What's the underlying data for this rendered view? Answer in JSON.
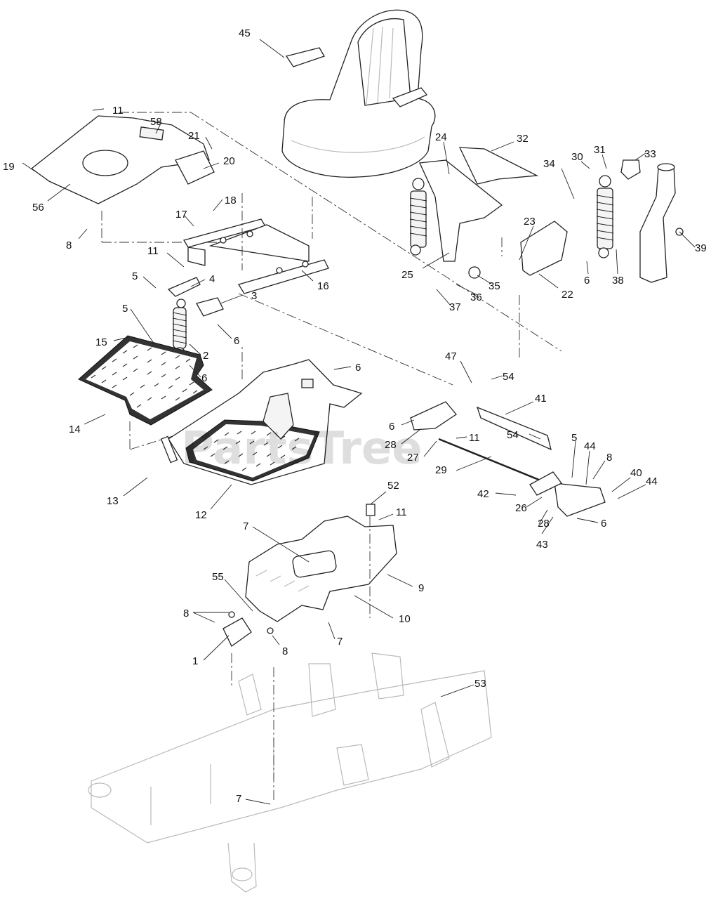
{
  "watermark": "PartsTree",
  "callouts": [
    {
      "id": "c45",
      "text": "45"
    },
    {
      "id": "c11a",
      "text": "11"
    },
    {
      "id": "c58",
      "text": "58"
    },
    {
      "id": "c21",
      "text": "21"
    },
    {
      "id": "c20",
      "text": "20"
    },
    {
      "id": "c19",
      "text": "19"
    },
    {
      "id": "c56",
      "text": "56"
    },
    {
      "id": "c8a",
      "text": "8"
    },
    {
      "id": "c17",
      "text": "17"
    },
    {
      "id": "c18",
      "text": "18"
    },
    {
      "id": "c16",
      "text": "16"
    },
    {
      "id": "c11b",
      "text": "11"
    },
    {
      "id": "c5a",
      "text": "5"
    },
    {
      "id": "c4",
      "text": "4"
    },
    {
      "id": "c3",
      "text": "3"
    },
    {
      "id": "c5b",
      "text": "5"
    },
    {
      "id": "c6a",
      "text": "6"
    },
    {
      "id": "c15",
      "text": "15"
    },
    {
      "id": "c2",
      "text": "2"
    },
    {
      "id": "c6b",
      "text": "6"
    },
    {
      "id": "c6c",
      "text": "6"
    },
    {
      "id": "c14",
      "text": "14"
    },
    {
      "id": "c13",
      "text": "13"
    },
    {
      "id": "c12",
      "text": "12"
    },
    {
      "id": "c24",
      "text": "24"
    },
    {
      "id": "c32",
      "text": "32"
    },
    {
      "id": "c34",
      "text": "34"
    },
    {
      "id": "c30",
      "text": "30"
    },
    {
      "id": "c31",
      "text": "31"
    },
    {
      "id": "c33",
      "text": "33"
    },
    {
      "id": "c39",
      "text": "39"
    },
    {
      "id": "c23",
      "text": "23"
    },
    {
      "id": "c25",
      "text": "25"
    },
    {
      "id": "c35",
      "text": "35"
    },
    {
      "id": "c36",
      "text": "36"
    },
    {
      "id": "c37",
      "text": "37"
    },
    {
      "id": "c22",
      "text": "22"
    },
    {
      "id": "c6d",
      "text": "6"
    },
    {
      "id": "c38",
      "text": "38"
    },
    {
      "id": "c47",
      "text": "47"
    },
    {
      "id": "c54a",
      "text": "54"
    },
    {
      "id": "c41",
      "text": "41"
    },
    {
      "id": "c6e",
      "text": "6"
    },
    {
      "id": "c11c",
      "text": "11"
    },
    {
      "id": "c28a",
      "text": "28"
    },
    {
      "id": "c27",
      "text": "27"
    },
    {
      "id": "c54b",
      "text": "54"
    },
    {
      "id": "c5c",
      "text": "5"
    },
    {
      "id": "c44a",
      "text": "44"
    },
    {
      "id": "c8b",
      "text": "8"
    },
    {
      "id": "c29",
      "text": "29"
    },
    {
      "id": "c40",
      "text": "40"
    },
    {
      "id": "c44b",
      "text": "44"
    },
    {
      "id": "c42",
      "text": "42"
    },
    {
      "id": "c26",
      "text": "26"
    },
    {
      "id": "c6f",
      "text": "6"
    },
    {
      "id": "c28b",
      "text": "28"
    },
    {
      "id": "c43",
      "text": "43"
    },
    {
      "id": "c52",
      "text": "52"
    },
    {
      "id": "c11d",
      "text": "11"
    },
    {
      "id": "c7a",
      "text": "7"
    },
    {
      "id": "c9",
      "text": "9"
    },
    {
      "id": "c55",
      "text": "55"
    },
    {
      "id": "c10",
      "text": "10"
    },
    {
      "id": "c8c",
      "text": "8"
    },
    {
      "id": "c1",
      "text": "1"
    },
    {
      "id": "c8d",
      "text": "8"
    },
    {
      "id": "c7b",
      "text": "7"
    },
    {
      "id": "c53",
      "text": "53"
    },
    {
      "id": "c7c",
      "text": "7"
    }
  ]
}
